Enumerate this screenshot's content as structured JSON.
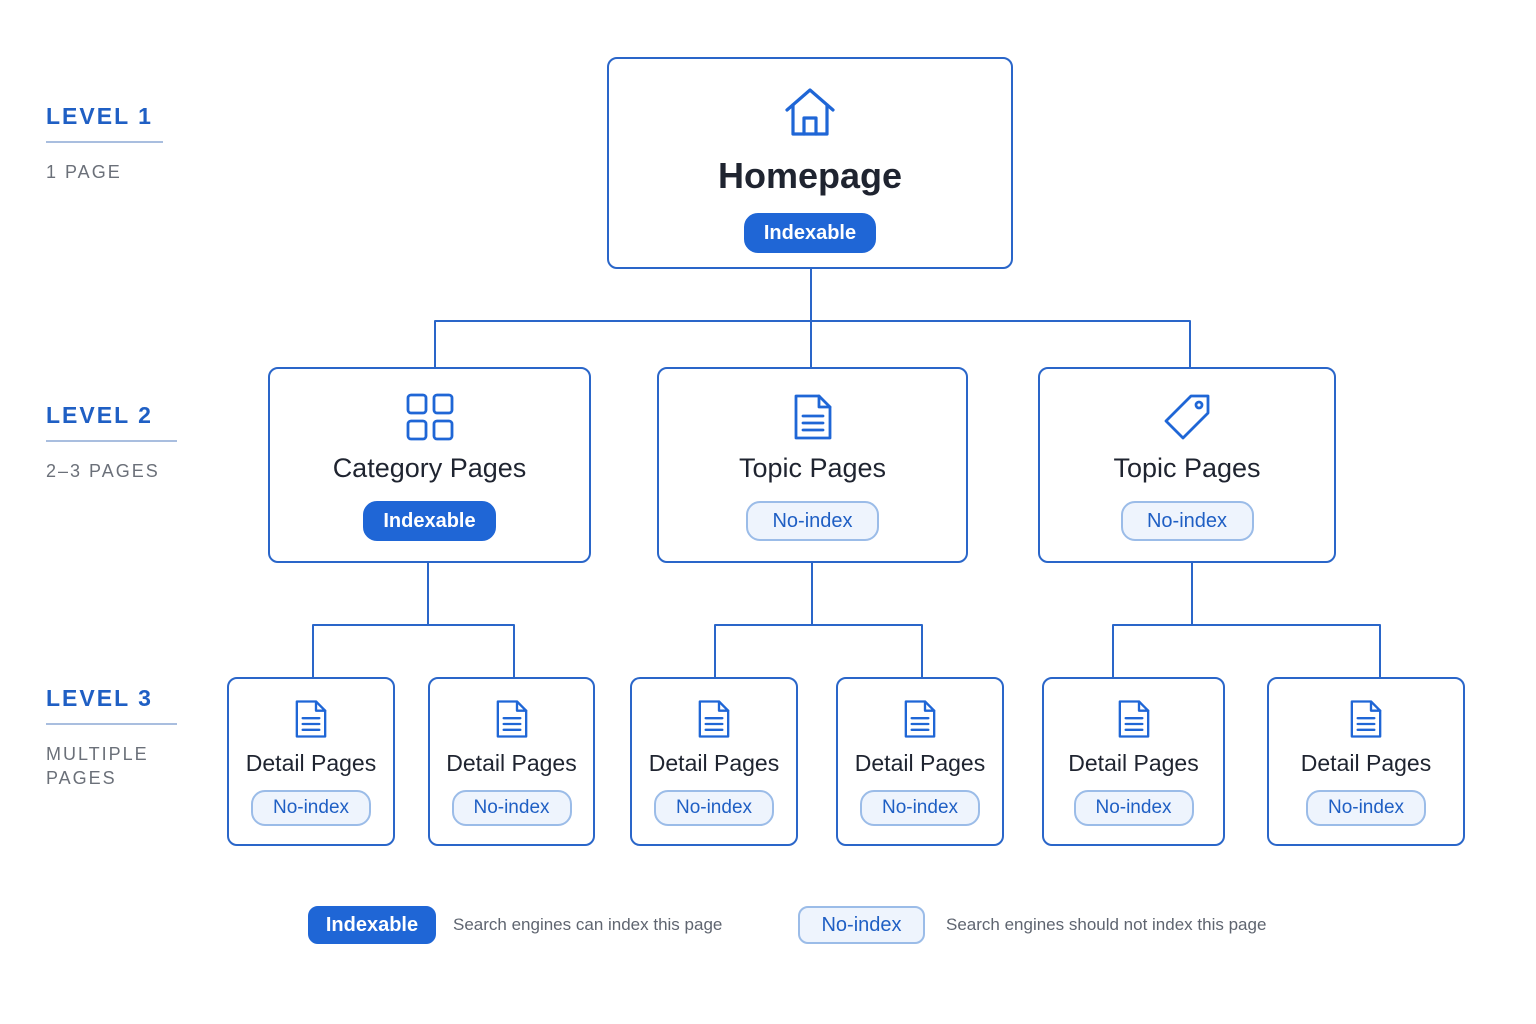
{
  "levels": [
    {
      "title": "LEVEL 1",
      "subtitle": "1 PAGE"
    },
    {
      "title": "LEVEL 2",
      "subtitle": "2–3 PAGES"
    },
    {
      "title": "LEVEL 3",
      "subtitle": "MULTIPLE PAGES"
    }
  ],
  "nodes": {
    "home": {
      "title": "Homepage",
      "badge": "Indexable",
      "icon": "home-icon"
    },
    "category": {
      "title": "Category Pages",
      "badge": "Indexable",
      "icon": "grid-icon"
    },
    "topic_1": {
      "title": "Topic Pages",
      "badge": "No-index",
      "icon": "document-icon"
    },
    "topic_2": {
      "title": "Topic Pages",
      "badge": "No-index",
      "icon": "tag-icon"
    },
    "details": [
      {
        "title": "Detail Pages",
        "badge": "No-index",
        "icon": "document-icon"
      },
      {
        "title": "Detail Pages",
        "badge": "No-index",
        "icon": "document-icon"
      },
      {
        "title": "Detail Pages",
        "badge": "No-index",
        "icon": "document-icon"
      },
      {
        "title": "Detail Pages",
        "badge": "No-index",
        "icon": "document-icon"
      },
      {
        "title": "Detail Pages",
        "badge": "No-index",
        "icon": "document-icon"
      },
      {
        "title": "Detail Pages",
        "badge": "No-index",
        "icon": "document-icon"
      }
    ]
  },
  "legend": {
    "indexable": {
      "badge": "Indexable",
      "text": "Search engines can index this page"
    },
    "noindex": {
      "badge": "No-index",
      "text": "Search engines should not index this page"
    }
  },
  "colors": {
    "accent": "#1f66d6",
    "border": "#2a66c9",
    "connector": "#2a66c9",
    "noindex_bg": "#eef4fd",
    "noindex_border": "#9bbce8",
    "level_text": "#1f5fc4",
    "muted_text": "#6b7079"
  }
}
